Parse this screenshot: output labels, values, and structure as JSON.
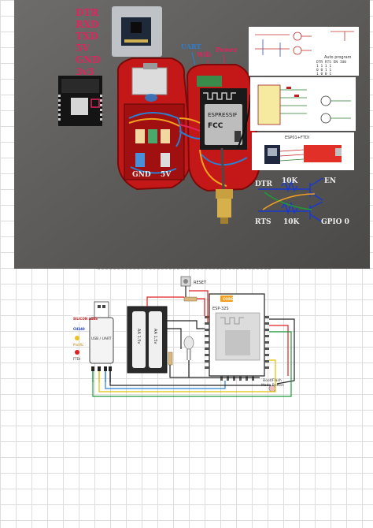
{
  "photo": {
    "pin_labels": [
      "DTR",
      "RXD",
      "TXD",
      "5V",
      "GND",
      "3v3"
    ],
    "enclosure_labels": {
      "uart": "UART",
      "wifi": "Wifi",
      "power": "Power"
    },
    "module_text": {
      "brand": "ESPRESSIF",
      "fcc": "FCC"
    },
    "hand_diagram": {
      "top_left": "DTR",
      "resistor_top": "10K",
      "top_right": "EN",
      "bottom_left": "RTS",
      "resistor_bottom": "10K",
      "bottom_right": "GPIO 0"
    },
    "auto_program_title": "Auto program",
    "auto_program_rows": [
      [
        "DTR",
        "RTS",
        "EN",
        "IO0"
      ],
      [
        "1",
        "1",
        "1",
        "1"
      ],
      [
        "0",
        "0",
        "1",
        "1"
      ],
      [
        "1",
        "0",
        "0",
        "1"
      ],
      [
        "0",
        "1",
        "1",
        "0"
      ]
    ],
    "esp_ftdi_title": "ESP01+FTDI"
  },
  "circuit": {
    "reset_label": "RESET",
    "module_title": "ESP-32S",
    "brand_badge": "CORE",
    "usb_label": "USB / UART",
    "battery_label_1": "AA 1.5v",
    "battery_label_2": "AA 1.5v",
    "button_label_line1": "Boot/Flash",
    "button_label_line2": "Mode Button",
    "left_logos": [
      "SILICON LABS",
      "CH340",
      "Prolific",
      "FTDI"
    ]
  },
  "colors": {
    "red_wire": "#e02020",
    "black_wire": "#222222",
    "yellow_wire": "#e0c000",
    "green_wire": "#1c9c3c",
    "blue_wire": "#2a7fd0",
    "enclosure_red": "#c41818"
  }
}
